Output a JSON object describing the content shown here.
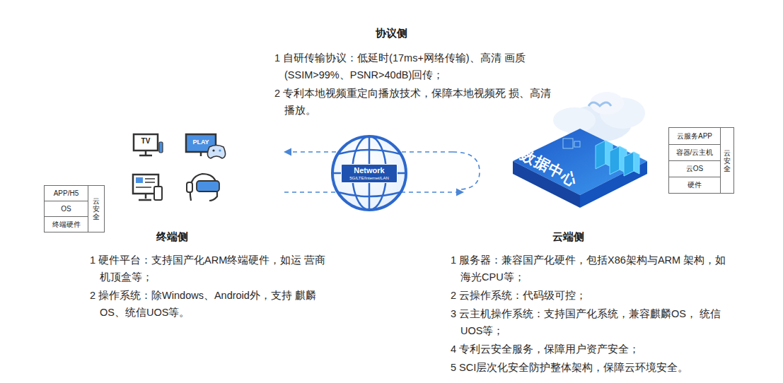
{
  "diagram": {
    "nodes": [
      {
        "text": [
          "APP/H5"
        ]
      },
      {
        "text": [
          "OS"
        ]
      },
      {
        "text": [
          "终端硬件"
        ]
      },
      {
        "text": [
          "云安全"
        ]
      },
      {
        "text": [
          "Network",
          "5G/LTE/Internet/LAN"
        ]
      },
      {
        "text": [
          "云服务APP"
        ]
      },
      {
        "text": [
          "容器/云主机"
        ]
      },
      {
        "text": [
          "云OS"
        ]
      },
      {
        "text": [
          "硬件"
        ]
      },
      {
        "text": [
          "云安全"
        ]
      }
    ],
    "labels": [
      "协议侧",
      "1 自研传输协议：低延时(17ms+网络传输)、高清 画质(SSIM>99%、PSNR>40dB)回传；",
      "2 专利本地视频重定向播放技术，保障本地视频死 损、高清播放。",
      "TV",
      "PLAY",
      "数据中心",
      "终端侧",
      "1 硬件平台：支持国产化ARM终端硬件，如运 营商机顶盒等；",
      "2 操作系统：除Windows、Android外，支持 麒麟OS、统信UOS等。",
      "云端侧",
      "1 服务器：兼容国产化硬件，包括X86架构与ARM 架构，如海光CPU等；",
      "2 云操作系统：代码级可控；",
      "3 云主机操作系统：支持国产化系统，兼容麒麟OS， 统信UOS等；",
      "4 专利云安全服务，保障用户资产安全；",
      "5 SCI层次化安全防护整体架构，保障云环境安全。"
    ]
  }
}
